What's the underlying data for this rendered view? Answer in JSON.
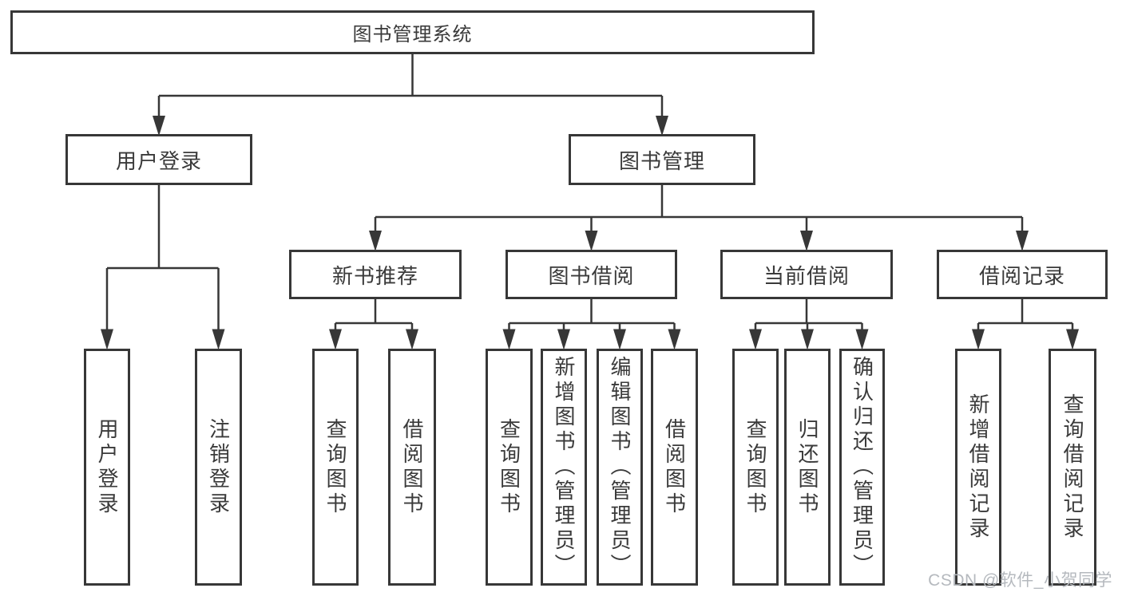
{
  "diagram": {
    "root": {
      "label": "图书管理系统"
    },
    "branches": [
      {
        "label": "用户登录",
        "children": [
          {
            "label": "用户登录"
          },
          {
            "label": "注销登录"
          }
        ]
      },
      {
        "label": "图书管理",
        "children": [
          {
            "label": "新书推荐",
            "children": [
              {
                "label": "查询图书"
              },
              {
                "label": "借阅图书"
              }
            ]
          },
          {
            "label": "图书借阅",
            "children": [
              {
                "label": "查询图书"
              },
              {
                "label": "新增图书（管理员）"
              },
              {
                "label": "编辑图书（管理员）"
              },
              {
                "label": "借阅图书"
              }
            ]
          },
          {
            "label": "当前借阅",
            "children": [
              {
                "label": "查询图书"
              },
              {
                "label": "归还图书"
              },
              {
                "label": "确认归还（管理员）"
              }
            ]
          },
          {
            "label": "借阅记录",
            "children": [
              {
                "label": "新增借阅记录"
              },
              {
                "label": "查询借阅记录"
              }
            ]
          }
        ]
      }
    ]
  },
  "watermark": {
    "text": "CSDN @软件_小贺同学"
  },
  "colors": {
    "line": "#373737",
    "text": "#3a3a3a",
    "watermark": "#b5b9be",
    "background": "#ffffff"
  }
}
